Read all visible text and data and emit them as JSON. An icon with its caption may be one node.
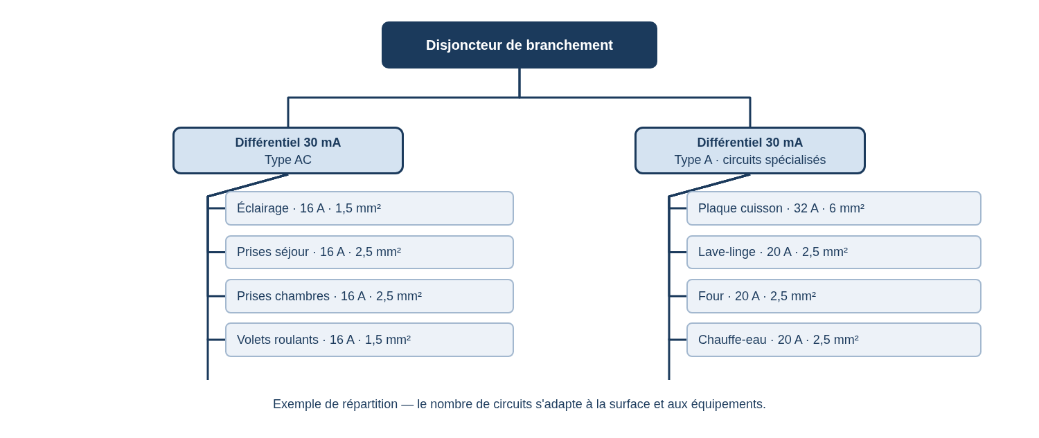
{
  "diagram": {
    "caption": "Exemple de répartition — le nombre de circuits s'adapte à la surface et aux équipements.",
    "nodes": [
      {
        "text": [
          "Disjoncteur de branchement"
        ]
      },
      {
        "text": [
          "Différentiel 30 mA",
          "Type AC"
        ]
      },
      {
        "text": [
          "Éclairage · 16 A · 1,5 mm²"
        ]
      },
      {
        "text": [
          "Prises séjour · 16 A · 2,5 mm²"
        ]
      },
      {
        "text": [
          "Prises chambres · 16 A · 2,5 mm²"
        ]
      },
      {
        "text": [
          "Volets roulants · 16 A · 1,5 mm²"
        ]
      },
      {
        "text": [
          "Différentiel 30 mA",
          "Type A · circuits spécialisés"
        ]
      },
      {
        "text": [
          "Plaque cuisson · 32 A · 6 mm²"
        ]
      },
      {
        "text": [
          "Lave-linge · 20 A · 2,5 mm²"
        ]
      },
      {
        "text": [
          "Four · 20 A · 2,5 mm²"
        ]
      },
      {
        "text": [
          "Chauffe-eau · 20 A · 2,5 mm²"
        ]
      }
    ],
    "edges": [
      {
        "from": 0,
        "to": 1,
        "arrow": "none"
      },
      {
        "from": 0,
        "to": 6,
        "arrow": "none"
      },
      {
        "from": 1,
        "to": 2,
        "arrow": "none"
      },
      {
        "from": 1,
        "to": 3,
        "arrow": "none"
      },
      {
        "from": 1,
        "to": 4,
        "arrow": "none"
      },
      {
        "from": 1,
        "to": 5,
        "arrow": "none"
      },
      {
        "from": 6,
        "to": 7,
        "arrow": "none"
      },
      {
        "from": 6,
        "to": 8,
        "arrow": "none"
      },
      {
        "from": 6,
        "to": 9,
        "arrow": "none"
      },
      {
        "from": 6,
        "to": 10,
        "arrow": "none"
      }
    ]
  }
}
